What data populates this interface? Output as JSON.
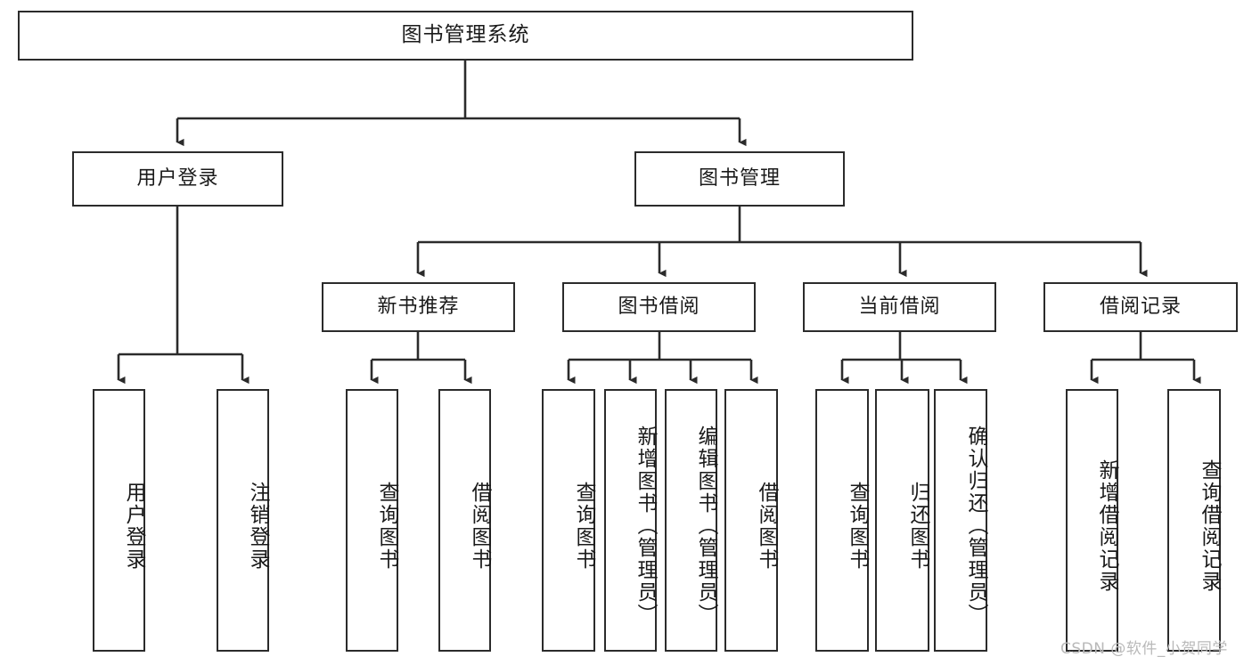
{
  "diagram": {
    "title": "图书管理系统",
    "type": "tree-hierarchy",
    "watermark": "CSDN @软件_小贺同学",
    "colors": {
      "box_border": "#2b2b2b",
      "box_fill": "#ffffff",
      "edge": "#2b2b2b",
      "text": "#1a1a1a",
      "watermark": "#b9b9b9"
    },
    "nodes": {
      "root": {
        "label": "图书管理系统"
      },
      "level2": [
        {
          "label": "用户登录"
        },
        {
          "label": "图书管理"
        }
      ],
      "level3": [
        {
          "label": "新书推荐"
        },
        {
          "label": "图书借阅"
        },
        {
          "label": "当前借阅"
        },
        {
          "label": "借阅记录"
        }
      ],
      "leaves": {
        "user_login": [
          {
            "label": "用户登录"
          },
          {
            "label": "注销登录"
          }
        ],
        "new_book_recommend": [
          {
            "label": "查询图书"
          },
          {
            "label": "借阅图书"
          }
        ],
        "book_borrow": [
          {
            "label": "查询图书"
          },
          {
            "label": "新增图书（管理员）"
          },
          {
            "label": "编辑图书（管理员）"
          },
          {
            "label": "借阅图书"
          }
        ],
        "current_borrow": [
          {
            "label": "查询图书"
          },
          {
            "label": "归还图书"
          },
          {
            "label": "确认归还（管理员）"
          }
        ],
        "borrow_record": [
          {
            "label": "新增借阅记录"
          },
          {
            "label": "查询借阅记录"
          }
        ]
      }
    }
  }
}
